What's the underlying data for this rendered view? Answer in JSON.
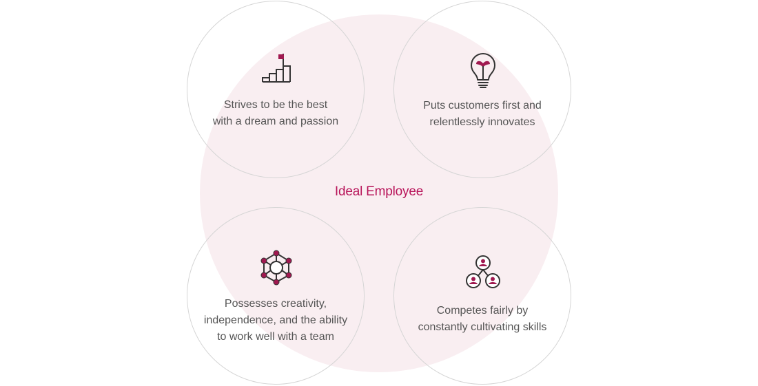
{
  "colors": {
    "accent": "#b8155a",
    "icon_stroke": "#333333",
    "icon_accent": "#a01950",
    "center_fill": "#f9eef1",
    "circle_border": "#d5d5d5",
    "text": "#555555"
  },
  "center": {
    "title": "Ideal Employee"
  },
  "items": [
    {
      "icon": "stairs-flag-icon",
      "lines": [
        "Strives to be the best",
        "with a dream and passion"
      ]
    },
    {
      "icon": "lightbulb-icon",
      "lines": [
        "Puts customers first and",
        "relentlessly innovates"
      ]
    },
    {
      "icon": "network-hub-icon",
      "lines": [
        "Possesses creativity,",
        "independence, and the ability",
        "to work well with a team"
      ]
    },
    {
      "icon": "people-group-icon",
      "lines": [
        "Competes fairly by",
        "constantly cultivating skills"
      ]
    }
  ]
}
